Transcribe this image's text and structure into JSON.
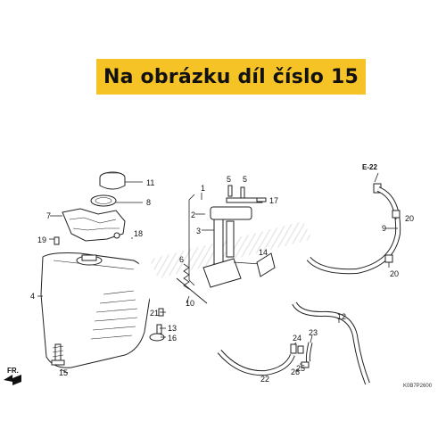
{
  "banner": {
    "text": "Na obrázku díl číslo 15",
    "background": "#f6c326"
  },
  "reference": {
    "label": "E-22"
  },
  "direction": {
    "label": "FR."
  },
  "diagram_code": "K0B7P2600",
  "callouts": {
    "c1": "1",
    "c2": "2",
    "c3": "3",
    "c4": "4",
    "c5a": "5",
    "c5b": "5",
    "c6": "6",
    "c7": "7",
    "c8": "8",
    "c9": "9",
    "c10": "10",
    "c11": "11",
    "c12": "12",
    "c13": "13",
    "c14": "14",
    "c15": "15",
    "c16": "16",
    "c17": "17",
    "c18": "18",
    "c19": "19",
    "c20a": "20",
    "c20b": "20",
    "c21": "21",
    "c22": "22",
    "c23": "23",
    "c24": "24",
    "c25": "25",
    "c26": "26"
  }
}
